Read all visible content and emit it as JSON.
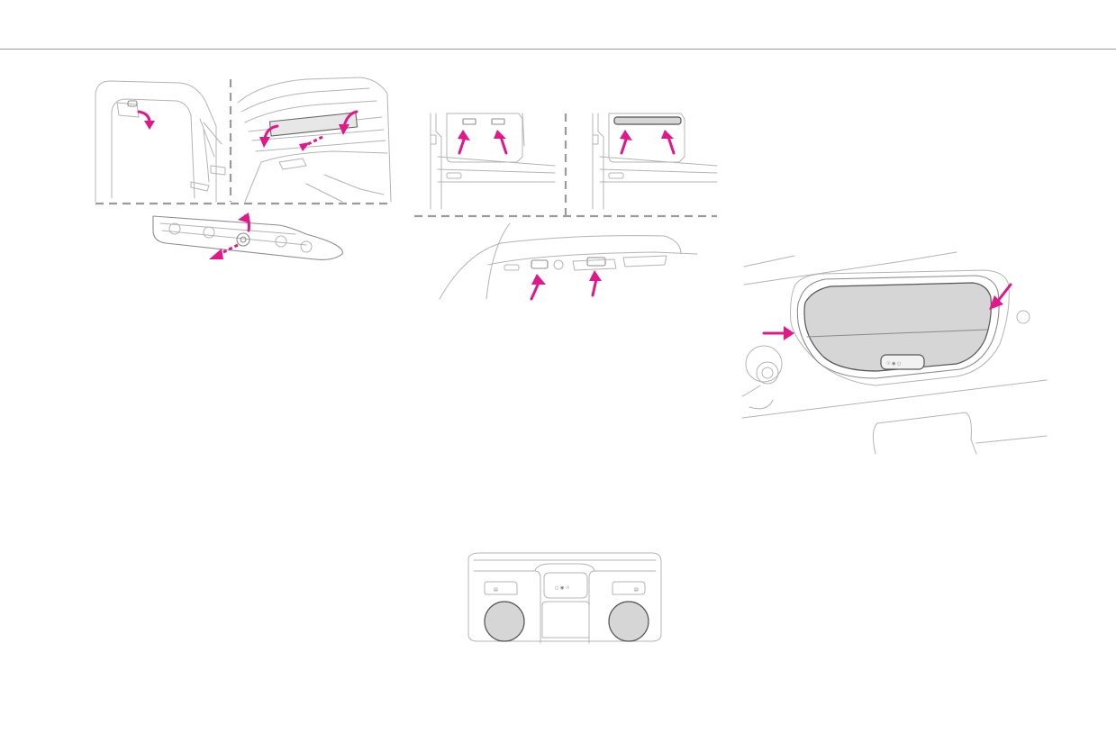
{
  "colors": {
    "arrow": "#e0188a",
    "line": "#b4b4b4",
    "rule": "#9a9a9a",
    "lens_fill": "#d6d6d6"
  },
  "illustrations": [
    {
      "id": "tailgate-lamp-removal",
      "icon": "arrow-icon"
    },
    {
      "id": "front-map-lamp-clips",
      "icon": "arrow-icon"
    },
    {
      "id": "rear-courtesy-lamp",
      "icon": "arrow-icon"
    },
    {
      "id": "front-ceiling-lamp-unit",
      "icon": "lamp-icon"
    }
  ]
}
